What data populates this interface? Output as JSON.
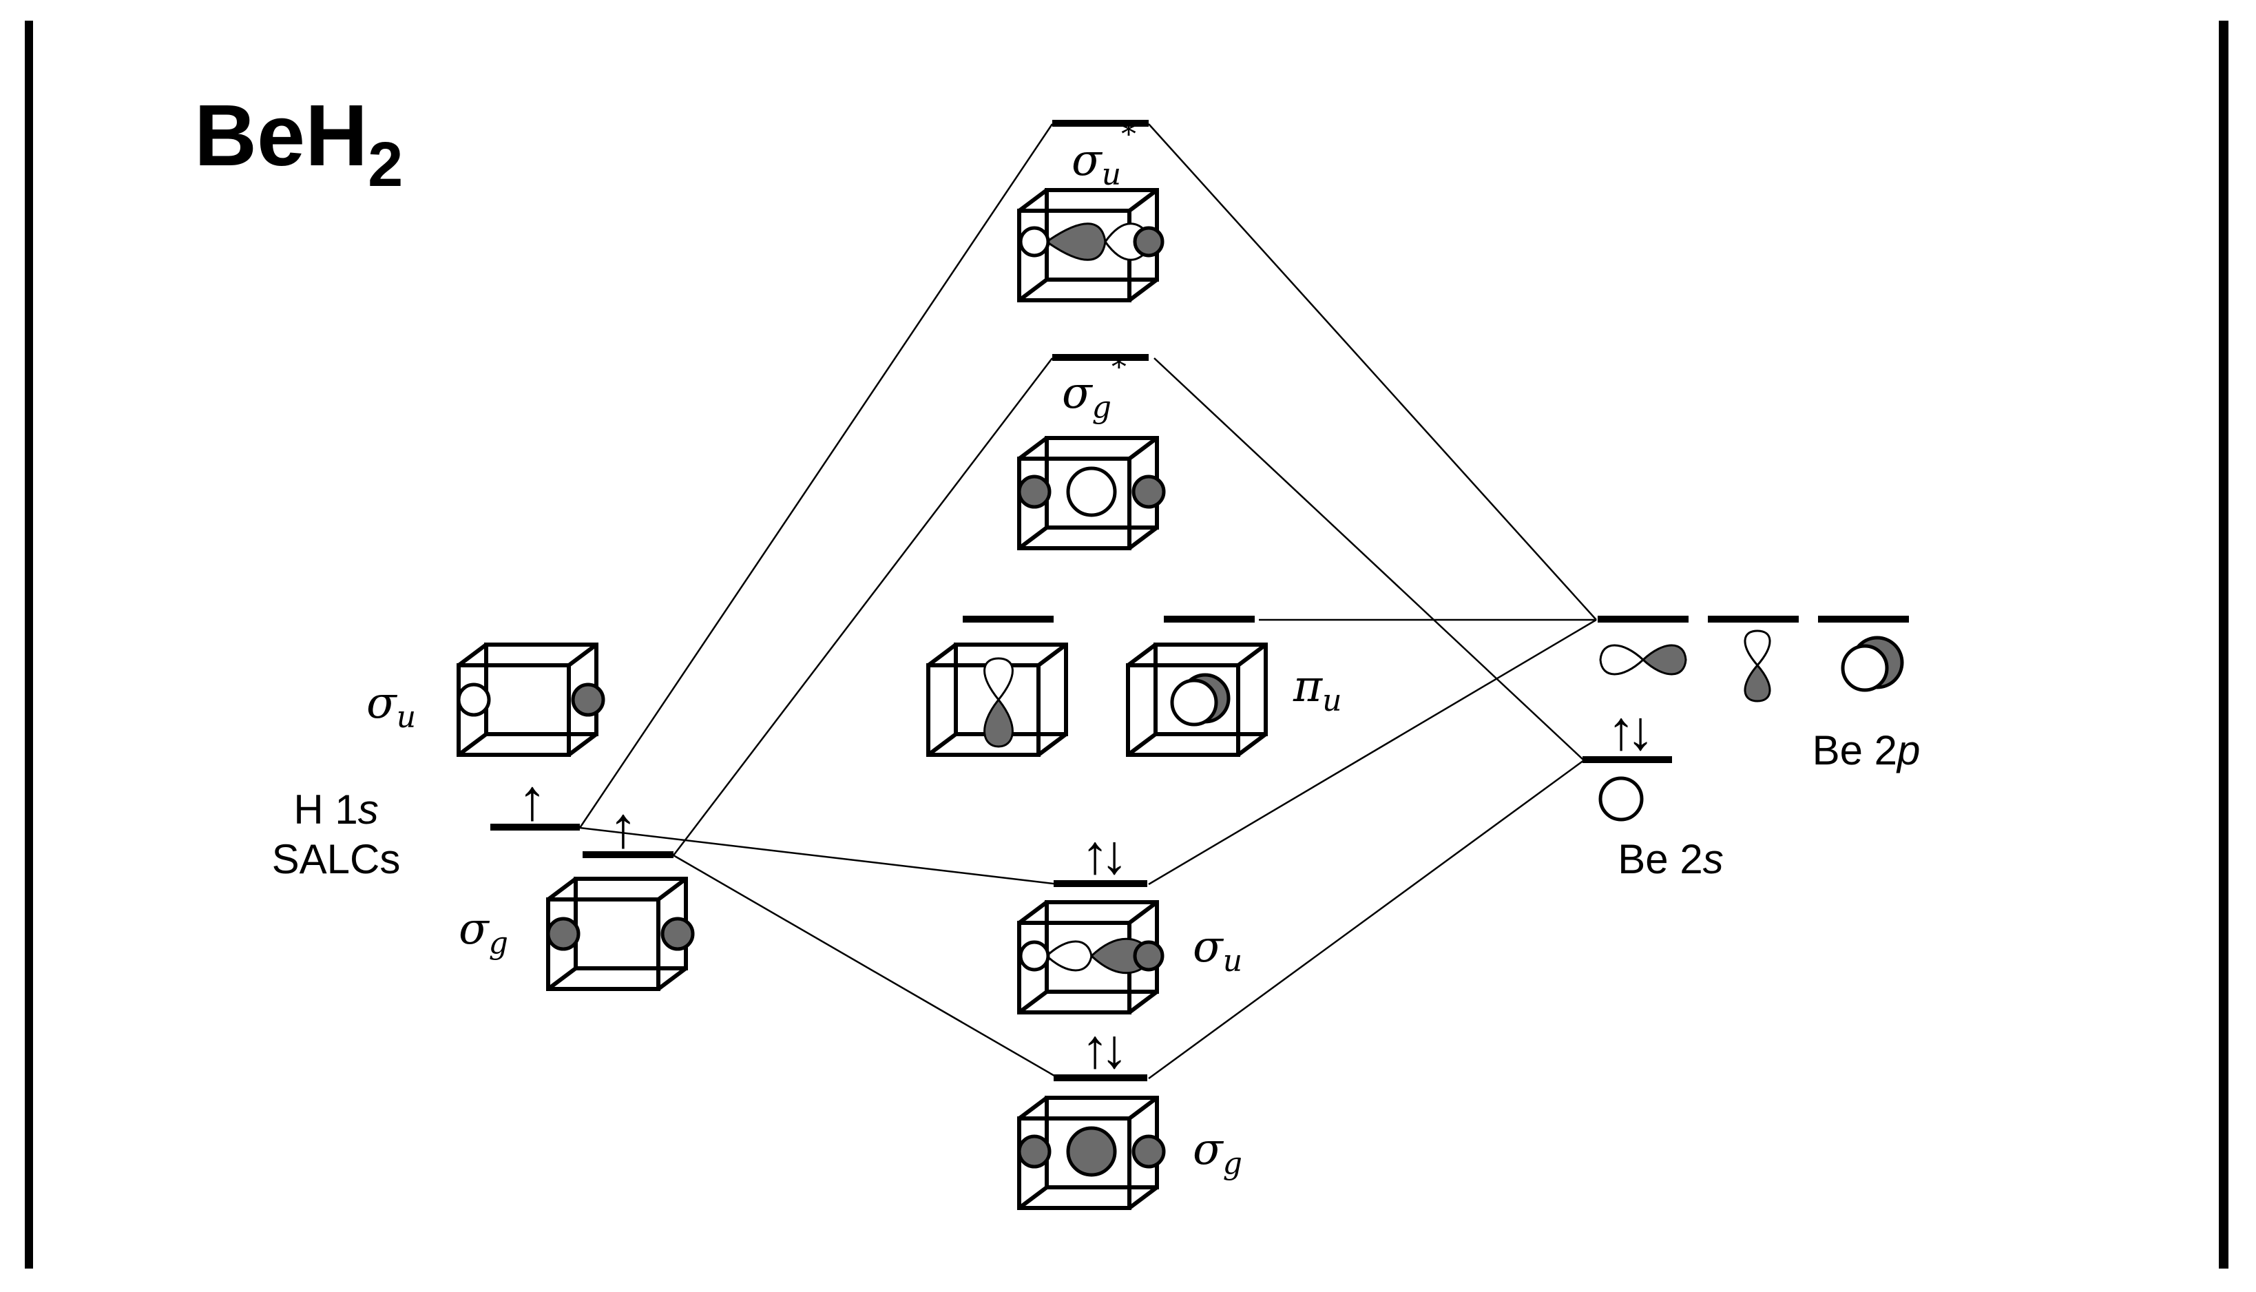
{
  "title": {
    "main": "BeH",
    "sub": "2"
  },
  "labels": {
    "h1s_line1": "H 1",
    "h1s_line1_italic": "s",
    "h1s_line2": "SALCs",
    "be2s_prefix": "Be 2",
    "be2s_italic": "s",
    "be2p_prefix": "Be 2",
    "be2p_italic": "p"
  },
  "mo_labels": {
    "sigma": "σ",
    "pi": "π",
    "sub_u": "u",
    "sub_g": "g",
    "star": "*"
  },
  "electrons": {
    "single_up": "↑",
    "pair": "↑↓"
  },
  "colors": {
    "line": "#000000",
    "lobe_shaded": "#6b6b6b",
    "lobe_open": "#ffffff"
  },
  "levels": {
    "h_salc": [
      "σu",
      "σg"
    ],
    "be_ao": [
      "2s",
      "2p"
    ],
    "mo_order_bottom_to_top": [
      "σg",
      "σu",
      "πu",
      "σg*",
      "σu*"
    ]
  }
}
